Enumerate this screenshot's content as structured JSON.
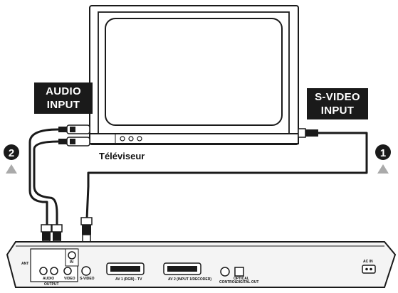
{
  "labels": {
    "audio_input_line1": "AUDIO",
    "audio_input_line2": "INPUT",
    "svideo_input_line1": "S-VIDEO",
    "svideo_input_line2": "INPUT",
    "tv_caption": "Téléviseur",
    "step1": "1",
    "step2": "2"
  },
  "panel_labels": {
    "ant": "ANT",
    "audio": "AUDIO",
    "video": "VIDEO",
    "output": "OUTPUT",
    "svideo": "S-VIDEO",
    "in": "IN",
    "av1": "AV 1 (RGB) - TV",
    "av2": "AV 2 (INPUT 1/DECODER)",
    "control": "CONTROL",
    "optical": "OPTICAL",
    "digital_out": "DIGITAL OUT",
    "ac_in": "AC IN"
  },
  "colors": {
    "ink": "#1a1a1a",
    "panel": "#f4f4f4",
    "triangle": "#aaaaaa"
  }
}
